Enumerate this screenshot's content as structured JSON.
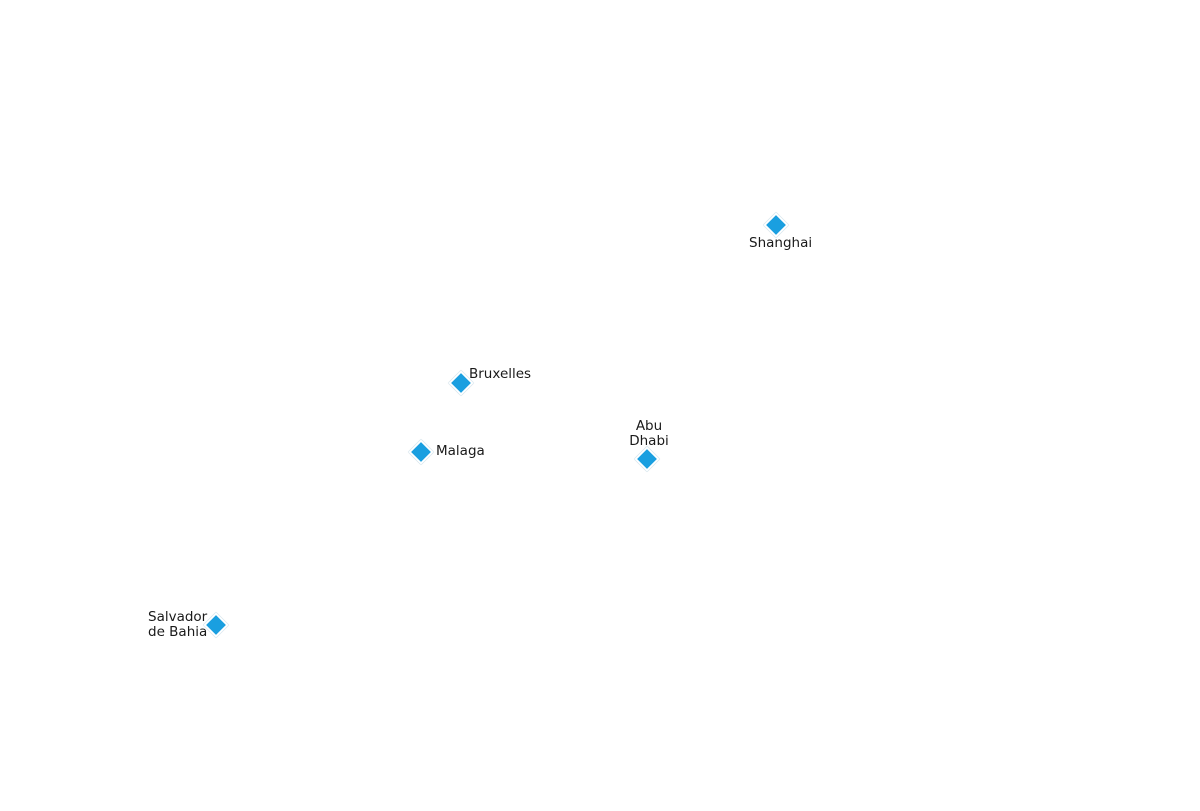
{
  "map": {
    "marker_color": "#1a9fe0",
    "marker_shape": "diamond",
    "background": "#ffffff",
    "cities": [
      {
        "name": "Shanghai"
      },
      {
        "name": "Bruxelles"
      },
      {
        "name": "Abu\nDhabi"
      },
      {
        "name": "Malaga"
      },
      {
        "name": "Salvador\nde Bahia"
      }
    ]
  }
}
